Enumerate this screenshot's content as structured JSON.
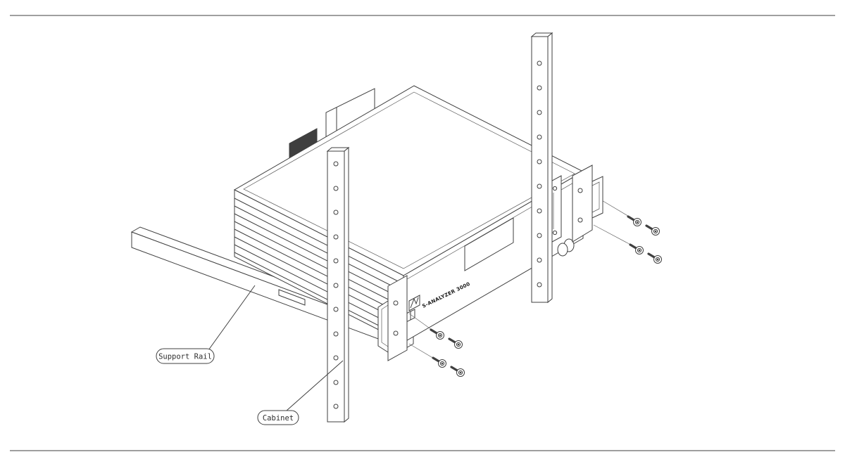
{
  "page": {
    "background": "#ffffff",
    "line_color": "#3f3f3f"
  },
  "figure": {
    "callouts": [
      {
        "id": "support-rail",
        "label": "Support Rail"
      },
      {
        "id": "cabinet",
        "label": "Cabinet"
      }
    ],
    "device": {
      "front_panel_label": "S-ANALYZER 3000"
    },
    "hardware": {
      "screw_count": 8
    }
  }
}
